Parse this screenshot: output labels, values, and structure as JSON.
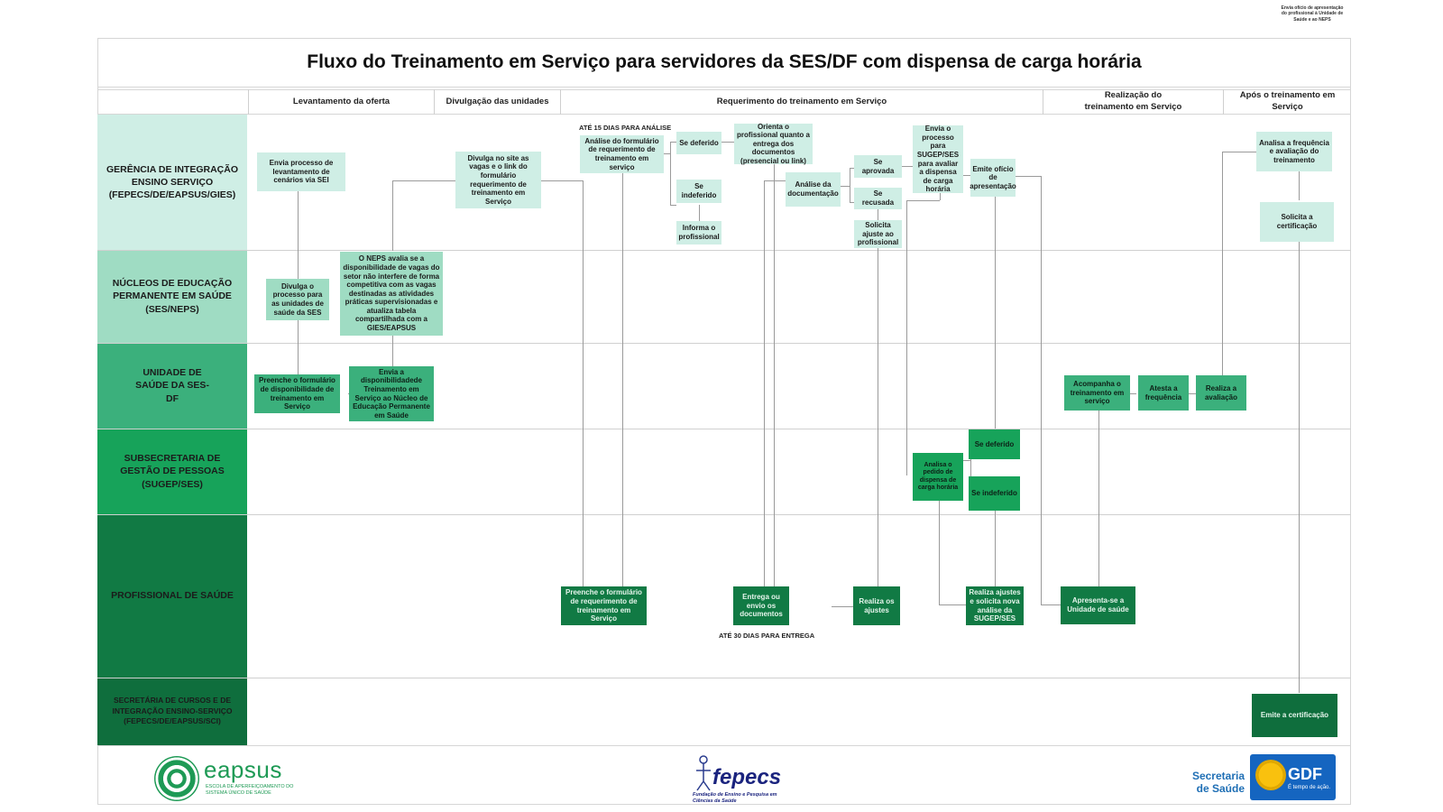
{
  "title": "Fluxo do Treinamento em Serviço para servidores da SES/DF com dispensa de carga horária",
  "corner_note": "Envia ofício de apresentação do profissional à Unidade de Saúde e ao NEPS",
  "phases": [
    "Levantamento da oferta",
    "Divulgação das unidades",
    "Requerimento do treinamento em Serviço",
    "Realização do treinamento em Serviço",
    "Após o treinamento em Serviço"
  ],
  "lanes": [
    "GERÊNCIA DE INTEGRAÇÃO ENSINO SERVIÇO (FEPECS/DE/EAPSUS/GIES)",
    "NÚCLEOS DE EDUCAÇÃO PERMANENTE EM SAÚDE (SES/NEPS)",
    "UNIDADE DE SAÚDE DA SES-DF",
    "SUBSECRETARIA DE GESTÃO DE PESSOAS (SUGEP/SES)",
    "PROFISSIONAL DE SAÚDE",
    "SECRETÁRIA DE CURSOS E DE INTEGRAÇÃO ENSINO-SERVIÇO (FEPECS/DE/EAPSUS/SCI)"
  ],
  "lane_colors": [
    "#cfeee5",
    "#9fdcc3",
    "#3bb07c",
    "#17a35a",
    "#117a44",
    "#0f6e3d"
  ],
  "notes": {
    "analise_prazo": "ATÉ 15 DIAS PARA ANÁLISE",
    "entrega_prazo": "ATÉ 30 DIAS PARA ENTREGA"
  },
  "boxes": {
    "gies_levantamento": "Envia processo de levantamento de cenários via SEI",
    "gies_divulga_site": "Divulga no site as vagas e o link do formulário requerimento de treinamento em Serviço",
    "gies_analise_form": "Análise do formulário de requerimento de treinamento em serviço",
    "gies_deferido": "Se deferido",
    "gies_indeferido": "Se indeferido",
    "gies_informa": "Informa o profissional",
    "gies_orienta": "Orienta o profissional quanto a entrega dos documentos (presencial ou link)",
    "gies_analise_doc": "Análise da documentação",
    "gies_aprovada": "Se aprovada",
    "gies_recusada": "Se recusada",
    "gies_solicita_ajuste": "Solicita ajuste ao profissional",
    "gies_envia_sugep": "Envia o processo para SUGEP/SES para avaliar a dispensa de carga horária",
    "gies_emite_oficio": "Emite ofício de apresentação",
    "gies_analisa_freq": "Analisa a frequência e avaliação do treinamento",
    "gies_solicita_cert": "Solicita a certificação",
    "neps_divulga": "Divulga o processo para as unidades de saúde da SES",
    "neps_avalia": "O NEPS avalia se a disponibilidade de vagas do setor não interfere de forma competitiva com as vagas destinadas as atividades práticas supervisionadas e atualiza tabela compartilhada com a GIES/EAPSUS",
    "us_preenche": "Preenche o formulário de disponibilidade de treinamento em Serviço",
    "us_envia": "Envia a disponibilidadede Treinamento em Serviço ao Núcleo de Educação Permanente em Saúde",
    "us_acompanha": "Acompanha o treinamento em serviço",
    "us_atesta": "Atesta a frequência",
    "us_realiza_aval": "Realiza a avaliação",
    "sugep_analisa": "Analisa o pedido de dispensa de carga horária",
    "sugep_deferido": "Se deferido",
    "sugep_indeferido": "Se indeferido",
    "prof_preenche": "Preenche o formulário de requerimento de treinamento em Serviço",
    "prof_entrega": "Entrega ou envio os documentos",
    "prof_ajustes": "Realiza os ajustes",
    "prof_nova_analise": "Realiza ajustes e solicita nova análise da SUGEP/SES",
    "prof_apresenta": "Apresenta-se a Unidade de saúde",
    "sci_emite": "Emite a certificação"
  },
  "footer": {
    "eapsus_name": "eapsus",
    "eapsus_sub": "ESCOLA DE APERFEIÇOAMENTO DO SISTEMA ÚNICO DE SAÚDE",
    "fepecs_name": "fepecs",
    "fepecs_sub": "Fundação de Ensino e Pesquisa em Ciências da Saúde",
    "secretaria_line1": "Secretaria",
    "secretaria_line2": "de Saúde",
    "gdf_name": "GDF",
    "gdf_sub": "É tempo de ação."
  }
}
